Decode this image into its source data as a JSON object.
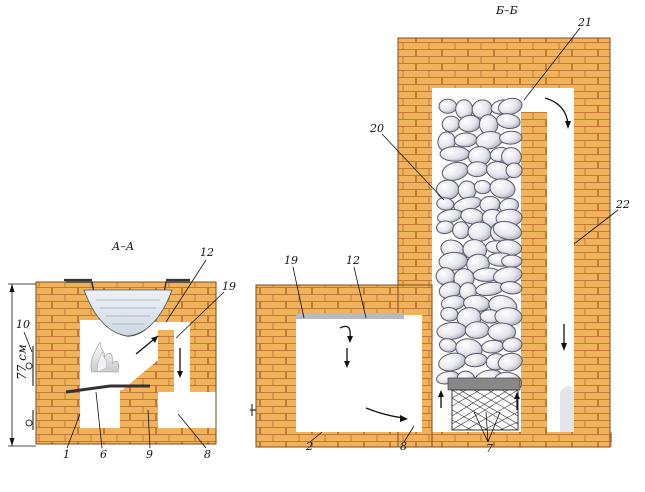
{
  "sections": {
    "left": "А–А",
    "right": "Б–Б"
  },
  "dimension": {
    "height_label": "77 см"
  },
  "labels": {
    "n1": "1",
    "n2": "2",
    "n6": "6",
    "n7": "7",
    "n8a": "8",
    "n8b": "8",
    "n9": "9",
    "n10": "10",
    "n12a": "12",
    "n12b": "12",
    "n19a": "19",
    "n19b": "19",
    "n20": "20",
    "n21": "21",
    "n22": "22"
  },
  "colors": {
    "brick": "#f0b35c",
    "mortar": "#c07a34",
    "stone_fill": "#e9e9ef",
    "stone_stroke": "#5a5a68",
    "water": "#e6ecf3"
  }
}
